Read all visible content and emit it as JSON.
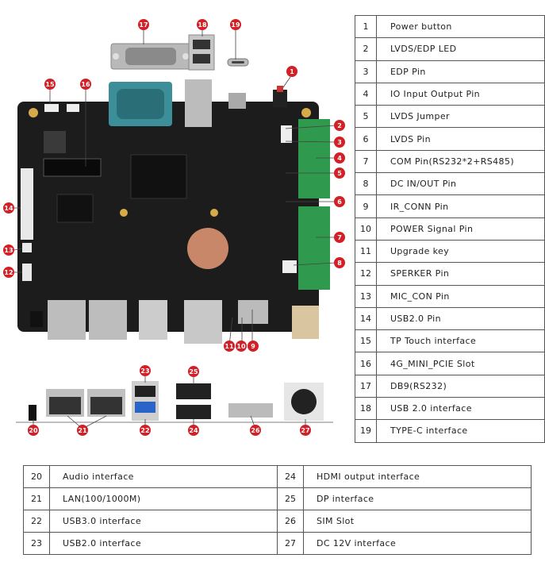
{
  "legend_right": [
    {
      "num": "1",
      "label": "Power button"
    },
    {
      "num": "2",
      "label": "LVDS/EDP LED"
    },
    {
      "num": "3",
      "label": "EDP Pin"
    },
    {
      "num": "4",
      "label": "IO Input Output Pin"
    },
    {
      "num": "5",
      "label": "LVDS Jumper"
    },
    {
      "num": "6",
      "label": "LVDS Pin"
    },
    {
      "num": "7",
      "label": "COM Pin(RS232*2+RS485)"
    },
    {
      "num": "8",
      "label": "DC IN/OUT Pin"
    },
    {
      "num": "9",
      "label": "IR_CONN Pin"
    },
    {
      "num": "10",
      "label": "POWER Signal Pin"
    },
    {
      "num": "11",
      "label": "Upgrade key"
    },
    {
      "num": "12",
      "label": "SPERKER Pin"
    },
    {
      "num": "13",
      "label": "MIC_CON Pin"
    },
    {
      "num": "14",
      "label": "USB2.0 Pin"
    },
    {
      "num": "15",
      "label": "TP Touch interface"
    },
    {
      "num": "16",
      "label": "4G_MINI_PCIE Slot"
    },
    {
      "num": "17",
      "label": "DB9(RS232)"
    },
    {
      "num": "18",
      "label": "USB 2.0 interface"
    },
    {
      "num": "19",
      "label": "TYPE-C interface"
    }
  ],
  "legend_bottom": [
    {
      "left_num": "20",
      "left_label": "Audio interface",
      "right_num": "24",
      "right_label": "HDMI output interface"
    },
    {
      "left_num": "21",
      "left_label": "LAN(100/1000M)",
      "right_num": "25",
      "right_label": "DP interface"
    },
    {
      "left_num": "22",
      "left_label": "USB3.0 interface",
      "right_num": "26",
      "right_label": "SIM Slot"
    },
    {
      "left_num": "23",
      "left_label": "USB2.0 interface",
      "right_num": "27",
      "right_label": "DC 12V interface"
    }
  ],
  "callouts": [
    "1",
    "2",
    "3",
    "4",
    "5",
    "6",
    "7",
    "8",
    "9",
    "10",
    "11",
    "12",
    "13",
    "14",
    "15",
    "16",
    "17",
    "18",
    "19",
    "20",
    "21",
    "22",
    "23",
    "24",
    "25",
    "26",
    "27"
  ]
}
